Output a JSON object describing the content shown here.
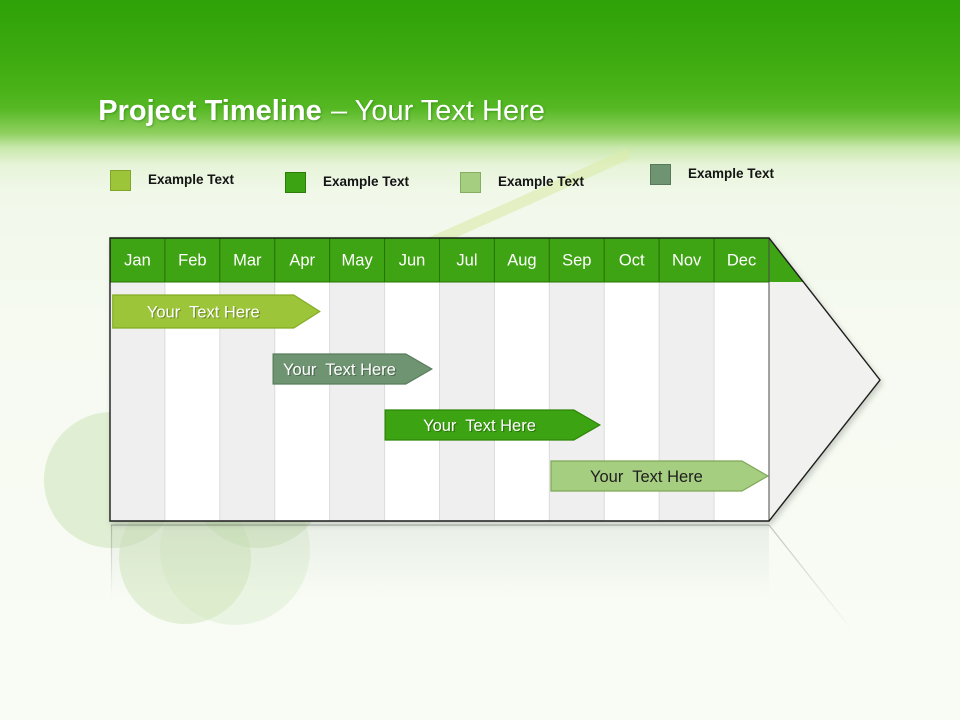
{
  "slide": {
    "title_bold": "Project Timeline",
    "title_rest": "– Your Text Here"
  },
  "legend": {
    "items": [
      {
        "label": "Example Text",
        "color": "#9CC53A",
        "border": "#7FA52A"
      },
      {
        "label": "Example Text",
        "color": "#3CA312",
        "border": "#2B7D08"
      },
      {
        "label": "Example Text",
        "color": "#A6CE81",
        "border": "#86AE62"
      },
      {
        "label": "Example Text",
        "color": "#6E9471",
        "border": "#55795A"
      }
    ]
  },
  "timeline": {
    "months": [
      "Jan",
      "Feb",
      "Mar",
      "Apr",
      "May",
      "Jun",
      "Jul",
      "Aug",
      "Sep",
      "Oct",
      "Nov",
      "Dec"
    ],
    "header_color": "#3FA413",
    "header_border": "#267404",
    "stripe_colors": [
      "#EFEFEF",
      "#FFFFFF"
    ],
    "arrowhead_fill": "#F1F1EF",
    "bars": [
      {
        "label": "Your  Text Here",
        "start": 0.05,
        "end": 3.82,
        "top": 13,
        "height": 33,
        "fill": "#9CC53A",
        "stroke": "#83AC25",
        "text_color": "#FFFFFF"
      },
      {
        "label": "Your  Text Here",
        "start": 2.97,
        "end": 5.86,
        "top": 72,
        "height": 30,
        "fill": "#6E9471",
        "stroke": "#587E5C",
        "text_color": "#FFFFFF"
      },
      {
        "label": "Your  Text Here",
        "start": 5.01,
        "end": 8.92,
        "top": 128,
        "height": 30,
        "fill": "#3CA312",
        "stroke": "#2C8507",
        "text_color": "#FFFFFF"
      },
      {
        "label": "Your  Text Here",
        "start": 8.03,
        "end": 11.98,
        "top": 179,
        "height": 30,
        "fill": "#A6CE81",
        "stroke": "#7CA957",
        "text_color": "#1E1E1E"
      }
    ]
  },
  "chart_data": {
    "type": "bar",
    "subtype": "gantt-timeline",
    "title": "Project Timeline – Your Text Here",
    "categories": [
      "Jan",
      "Feb",
      "Mar",
      "Apr",
      "May",
      "Jun",
      "Jul",
      "Aug",
      "Sep",
      "Oct",
      "Nov",
      "Dec"
    ],
    "legend": [
      "Example Text",
      "Example Text",
      "Example Text",
      "Example Text"
    ],
    "legend_position": "top",
    "xlim_months": [
      0,
      12
    ],
    "grid": "alternating-column-stripes",
    "series": [
      {
        "name": "Your Text Here",
        "start": 0.1,
        "end": 3.8,
        "row": 1,
        "color": "#9CC53A"
      },
      {
        "name": "Your Text Here",
        "start": 3.0,
        "end": 5.9,
        "row": 2,
        "color": "#6E9471"
      },
      {
        "name": "Your Text Here",
        "start": 5.0,
        "end": 8.9,
        "row": 3,
        "color": "#3CA312"
      },
      {
        "name": "Your Text Here",
        "start": 8.0,
        "end": 12.0,
        "row": 4,
        "color": "#A6CE81"
      }
    ]
  }
}
